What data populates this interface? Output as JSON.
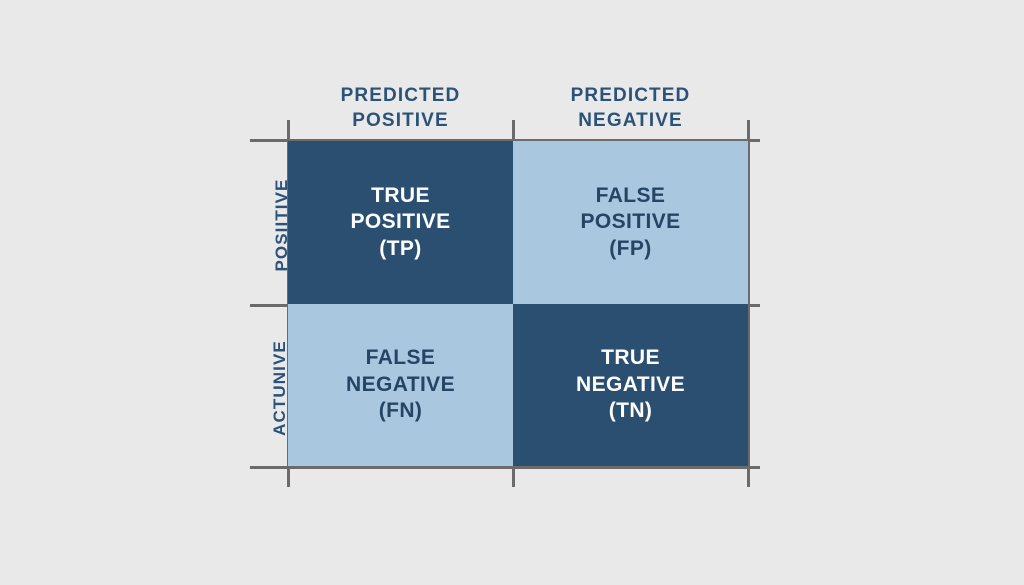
{
  "figure": {
    "kind": "confusion-matrix-diagram",
    "background_color": "#e9e9e9",
    "axis_line_color": "#6b6b6b"
  },
  "colors": {
    "dark_cell": "#2b4f70",
    "light_cell": "#aac7e0",
    "dark_text": "#254565",
    "light_text": "#ffffff",
    "label_text": "#2b5278"
  },
  "columns": [
    {
      "line1": "PREDICTED",
      "line2": "POSITIVE"
    },
    {
      "line1": "PREDICTED",
      "line2": "NEGATIVE"
    }
  ],
  "rows": [
    {
      "label": "POSIITIVE"
    },
    {
      "label": "ACTUNIVE"
    }
  ],
  "cells": {
    "tp": {
      "line1": "TRUE",
      "line2": "POSITIVE",
      "line3": "(TP)"
    },
    "fp": {
      "line1": "FALSE",
      "line2": "POSITIVE",
      "line3": "(FP)"
    },
    "fn": {
      "line1": "FALSE",
      "line2": "NEGATIVE",
      "line3": "(FN)"
    },
    "tn": {
      "line1": "TRUE",
      "line2": "NEGATIVE",
      "line3": "(TN)"
    }
  },
  "chart_data": {
    "type": "heatmap",
    "title": "",
    "xlabel": "",
    "ylabel": "",
    "x_categories": [
      "PREDICTED POSITIVE",
      "PREDICTED NEGATIVE"
    ],
    "y_categories": [
      "POSIITIVE",
      "ACTUNIVE"
    ],
    "cells": [
      [
        {
          "label": "TRUE POSITIVE (TP)",
          "abbr": "TP",
          "fill": "#2b4f70",
          "text_color": "#ffffff"
        },
        {
          "label": "FALSE POSITIVE (FP)",
          "abbr": "FP",
          "fill": "#aac7e0",
          "text_color": "#254565"
        }
      ],
      [
        {
          "label": "FALSE NEGATIVE (FN)",
          "abbr": "FN",
          "fill": "#aac7e0",
          "text_color": "#254565"
        },
        {
          "label": "TRUE NEGATIVE (TN)",
          "abbr": "TN",
          "fill": "#2b4f70",
          "text_color": "#ffffff"
        }
      ]
    ],
    "values": [],
    "grid": true,
    "legend": "none"
  }
}
